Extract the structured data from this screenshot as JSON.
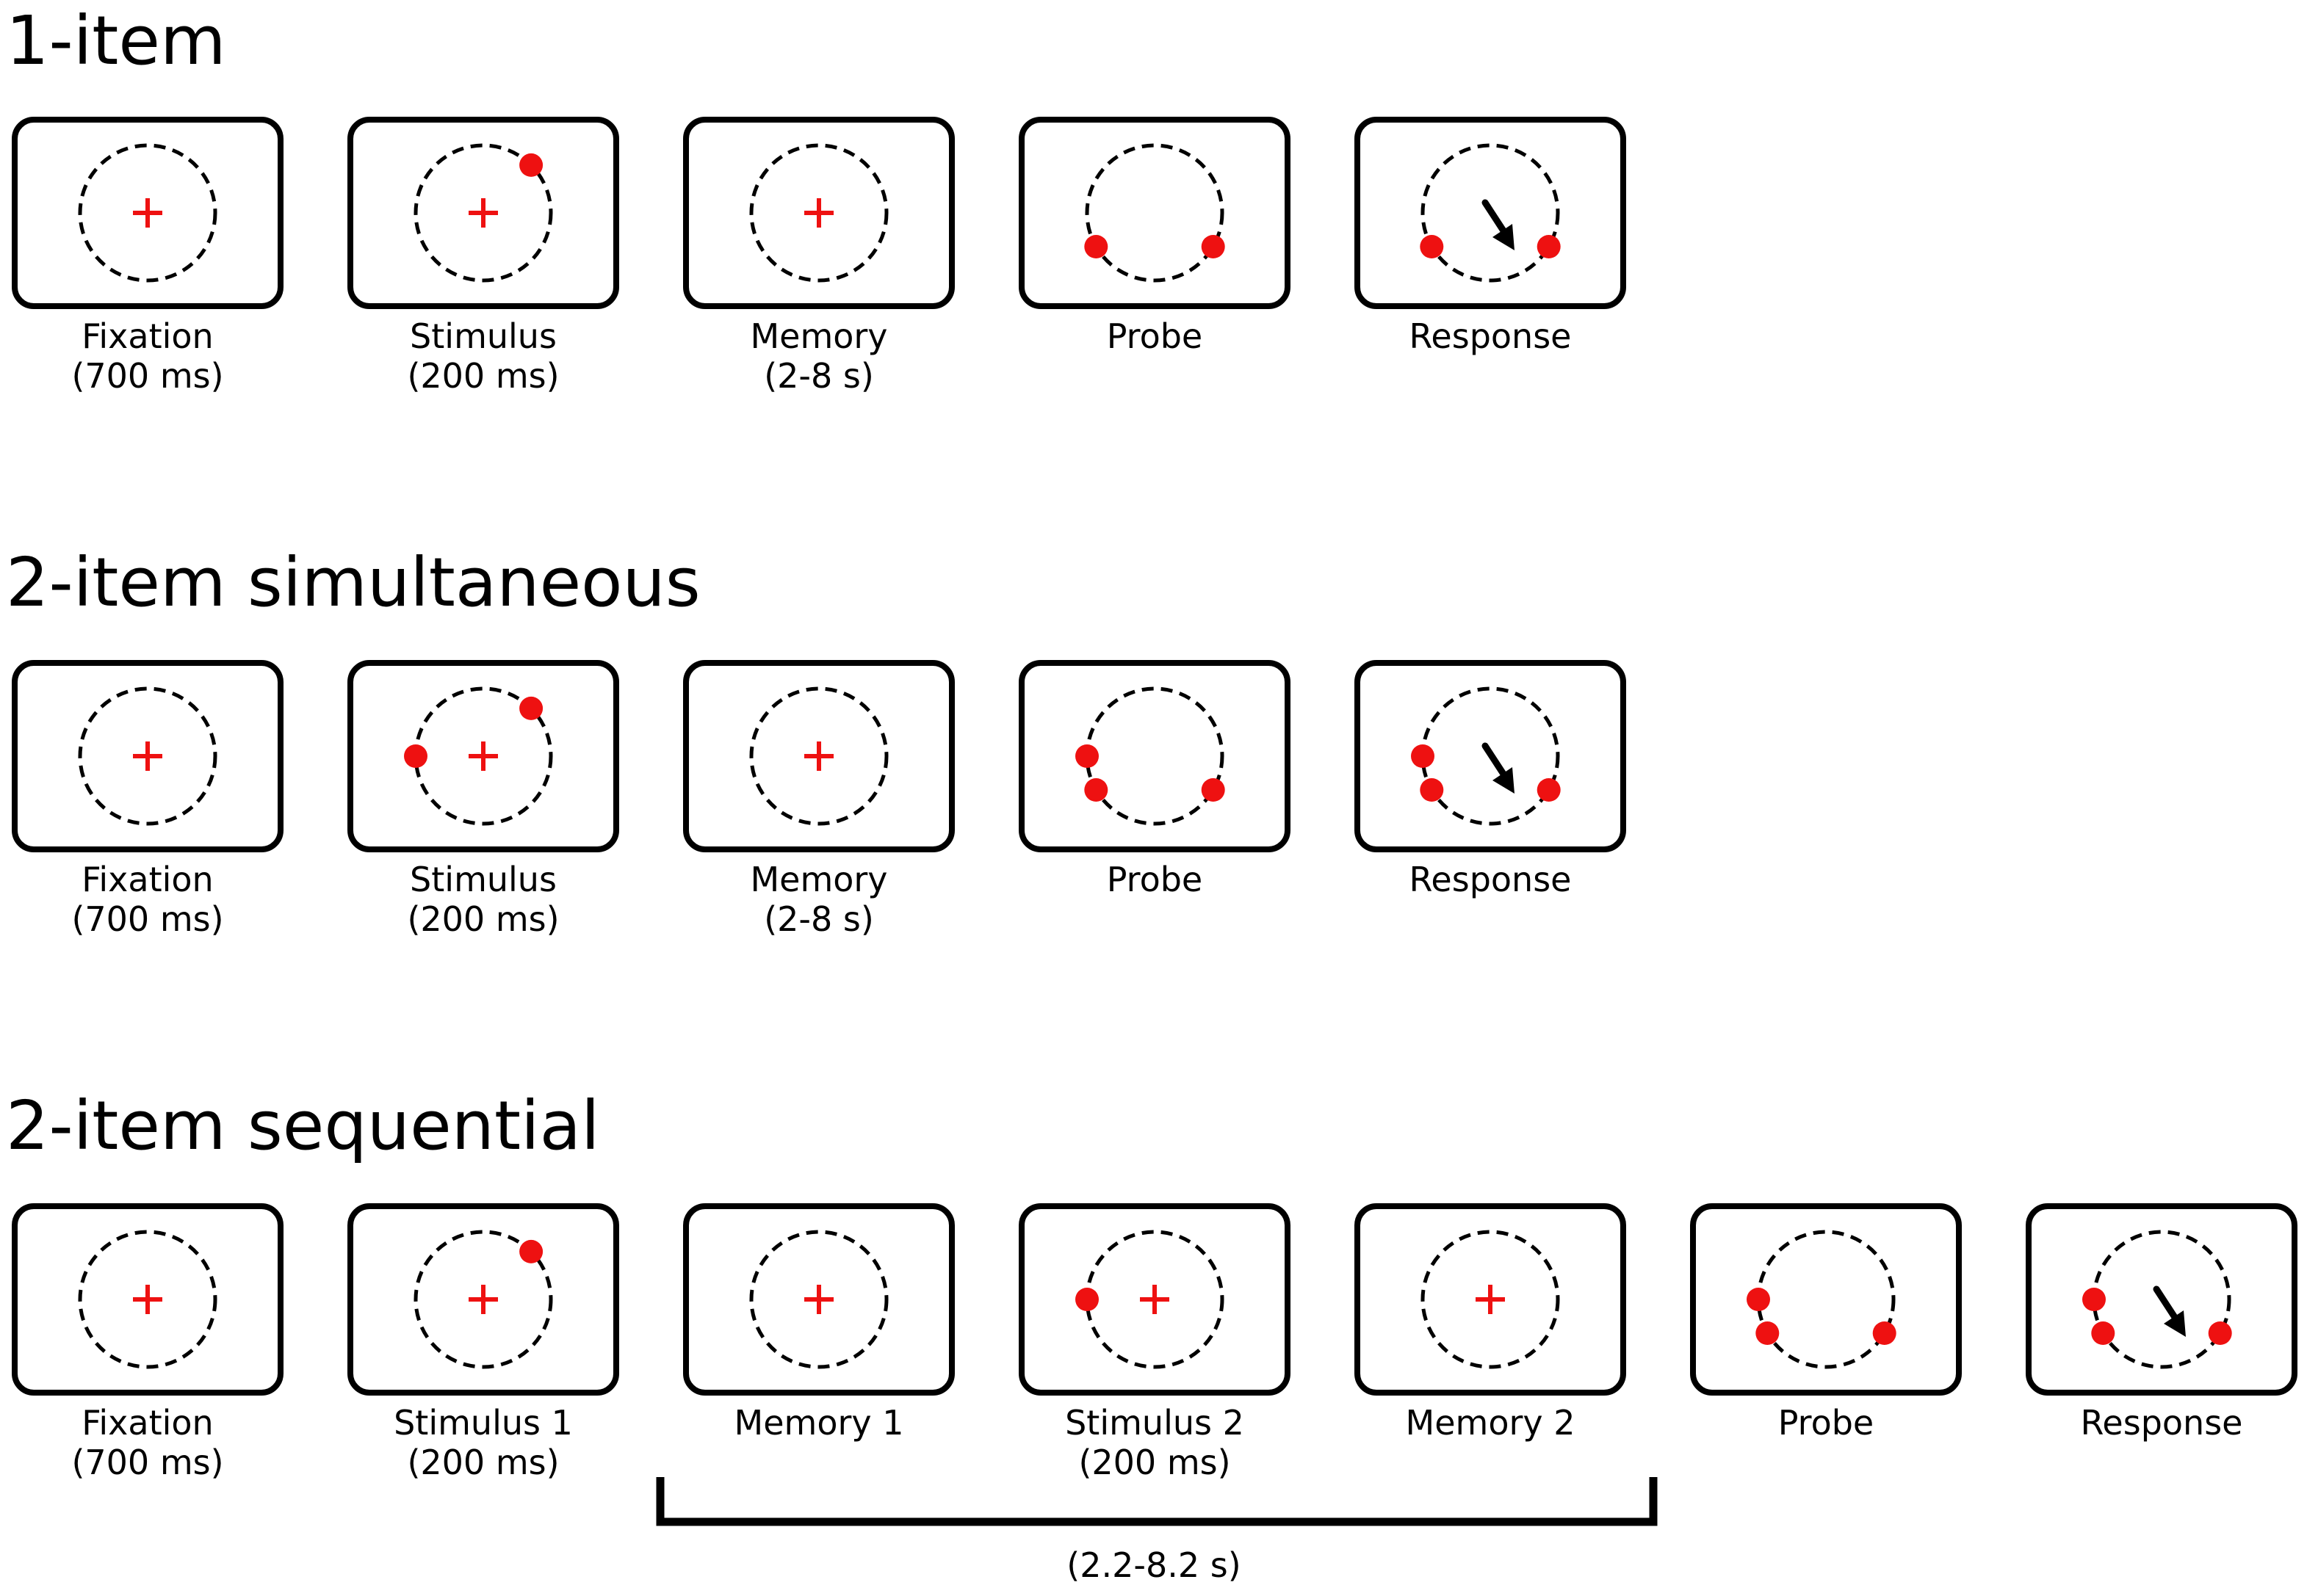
{
  "colors": {
    "frame": "#000000",
    "stimulus": "#ee1111",
    "arrow": "#000000"
  },
  "conditions": [
    {
      "id": "1-item",
      "title": "1-item",
      "screens": [
        {
          "caption": "Fixation",
          "duration": "(700 ms)",
          "fixation": true,
          "dots": [],
          "arrow": false
        },
        {
          "caption": "Stimulus",
          "duration": "(200 ms)",
          "fixation": true,
          "dots": [
            45
          ],
          "arrow": false
        },
        {
          "caption": "Memory",
          "duration": "(2-8 s)",
          "fixation": true,
          "dots": [],
          "arrow": false
        },
        {
          "caption": "Probe",
          "duration": "",
          "fixation": false,
          "dots": [
            -30,
            -150
          ],
          "arrow": false
        },
        {
          "caption": "Response",
          "duration": "",
          "fixation": false,
          "dots": [
            -30,
            -150
          ],
          "arrow": true
        }
      ]
    },
    {
      "id": "2-item-simultaneous",
      "title": "2-item simultaneous",
      "screens": [
        {
          "caption": "Fixation",
          "duration": "(700 ms)",
          "fixation": true,
          "dots": [],
          "arrow": false
        },
        {
          "caption": "Stimulus",
          "duration": "(200 ms)",
          "fixation": true,
          "dots": [
            45,
            180
          ],
          "arrow": false
        },
        {
          "caption": "Memory",
          "duration": "(2-8 s)",
          "fixation": true,
          "dots": [],
          "arrow": false
        },
        {
          "caption": "Probe",
          "duration": "",
          "fixation": false,
          "dots": [
            -30,
            -150,
            180
          ],
          "arrow": false
        },
        {
          "caption": "Response",
          "duration": "",
          "fixation": false,
          "dots": [
            -30,
            -150,
            180
          ],
          "arrow": true
        }
      ]
    },
    {
      "id": "2-item-sequential",
      "title": "2-item sequential",
      "screens": [
        {
          "caption": "Fixation",
          "duration": "(700 ms)",
          "fixation": true,
          "dots": [],
          "arrow": false
        },
        {
          "caption": "Stimulus 1",
          "duration": "(200 ms)",
          "fixation": true,
          "dots": [
            45
          ],
          "arrow": false
        },
        {
          "caption": "Memory 1",
          "duration": "",
          "fixation": true,
          "dots": [],
          "arrow": false
        },
        {
          "caption": "Stimulus 2",
          "duration": "(200 ms)",
          "fixation": true,
          "dots": [
            180
          ],
          "arrow": false
        },
        {
          "caption": "Memory 2",
          "duration": "",
          "fixation": true,
          "dots": [],
          "arrow": false
        },
        {
          "caption": "Probe",
          "duration": "",
          "fixation": false,
          "dots": [
            -30,
            -150,
            180
          ],
          "arrow": false
        },
        {
          "caption": "Response",
          "duration": "",
          "fixation": false,
          "dots": [
            -30,
            -150,
            180
          ],
          "arrow": true
        }
      ],
      "bracket": {
        "label": "(2.2-8.2 s)"
      }
    }
  ]
}
